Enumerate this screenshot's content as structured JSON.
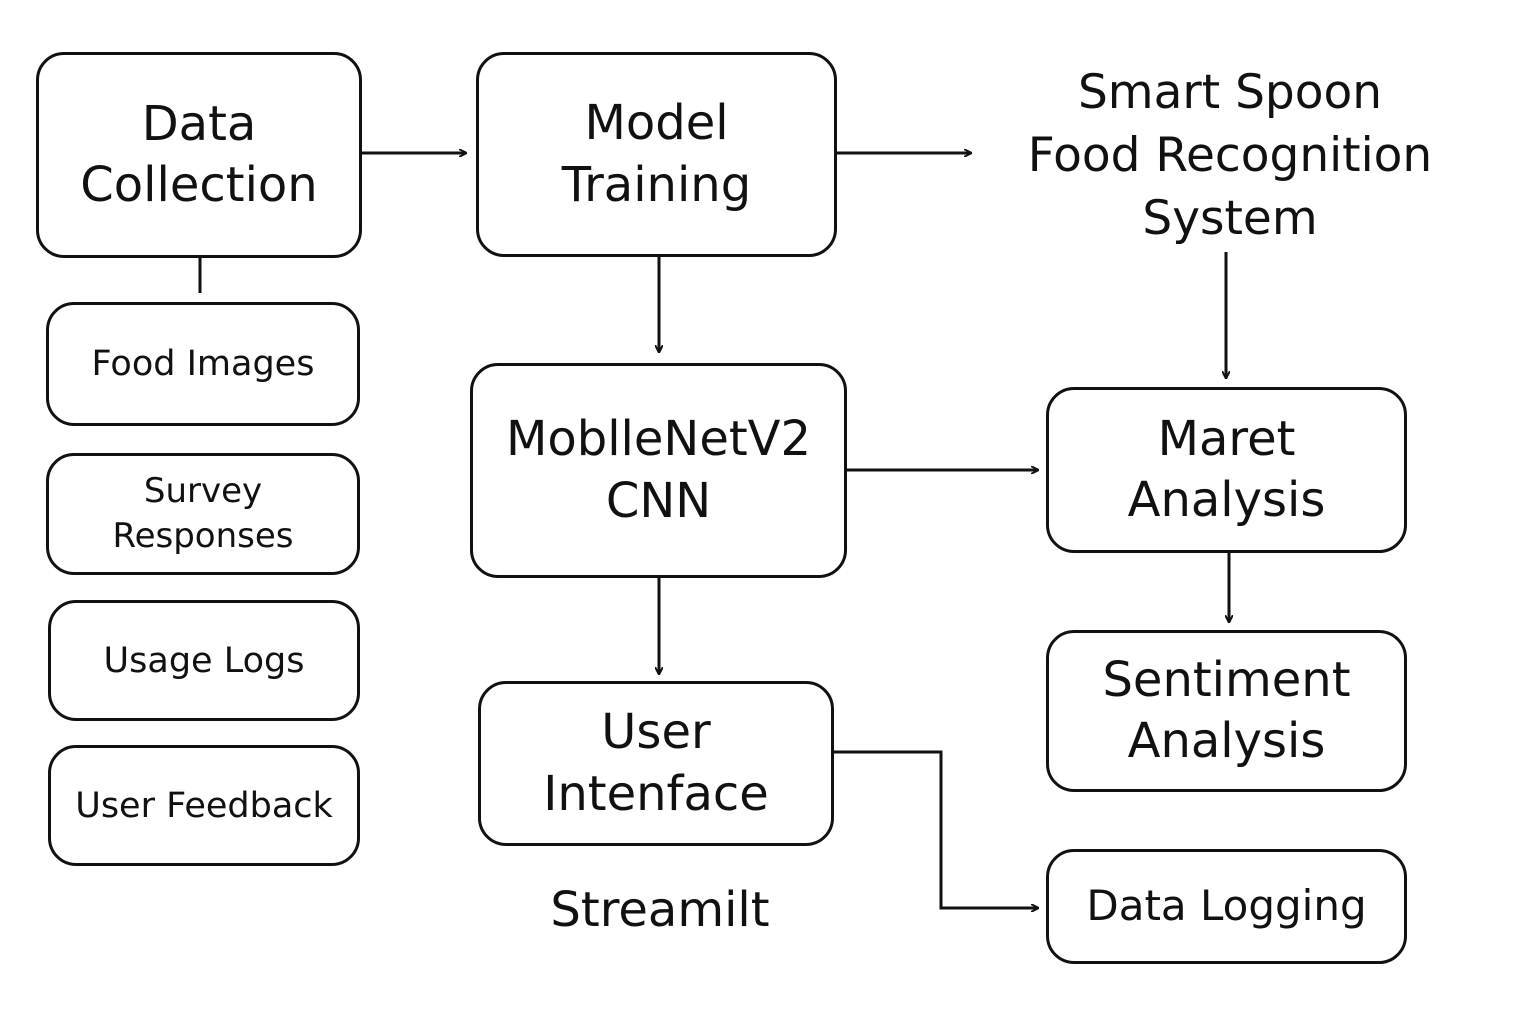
{
  "diagram": {
    "title": {
      "line1": "Smart Spoon",
      "line2": "Food Recognition",
      "line3": "System"
    },
    "nodes": {
      "data_collection": {
        "line1": "Data",
        "line2": "Collection"
      },
      "food_images": {
        "label": "Food Images"
      },
      "survey_responses": {
        "line1": "Survey",
        "line2": "Responses"
      },
      "usage_logs": {
        "label": "Usage Logs"
      },
      "user_feedback": {
        "label": "User Feedback"
      },
      "model_training": {
        "line1": "Model",
        "line2": "Training"
      },
      "mobilenet_cnn": {
        "line1": "MoblleNetV2",
        "line2": "CNN"
      },
      "user_interface": {
        "line1": "User",
        "line2": "Intenface"
      },
      "market_analysis": {
        "line1": "Maret",
        "line2": "Analysis"
      },
      "sentiment_analysis": {
        "line1": "Sentiment",
        "line2": "Analysis"
      },
      "data_logging": {
        "label": "Data Logging"
      }
    },
    "streamlit_label": "Streamilt",
    "edges": [
      {
        "from": "Data Collection",
        "to": "Model Training"
      },
      {
        "from": "Model Training",
        "to": "Smart Spoon Food Recognition System"
      },
      {
        "from": "Model Training",
        "to": "MoblleNetV2 CNN"
      },
      {
        "from": "Smart Spoon Food Recognition System",
        "to": "Maret Analysis"
      },
      {
        "from": "MoblleNetV2 CNN",
        "to": "Maret Analysis"
      },
      {
        "from": "MoblleNetV2 CNN",
        "to": "User Intenface"
      },
      {
        "from": "Maret Analysis",
        "to": "Sentiment Analysis"
      },
      {
        "from": "User Intenface",
        "to": "Data Logging"
      },
      {
        "from": "Data Collection",
        "to": "Food Images",
        "arrowhead": false
      }
    ],
    "colors": {
      "stroke": "#111111",
      "background": "#ffffff"
    }
  }
}
